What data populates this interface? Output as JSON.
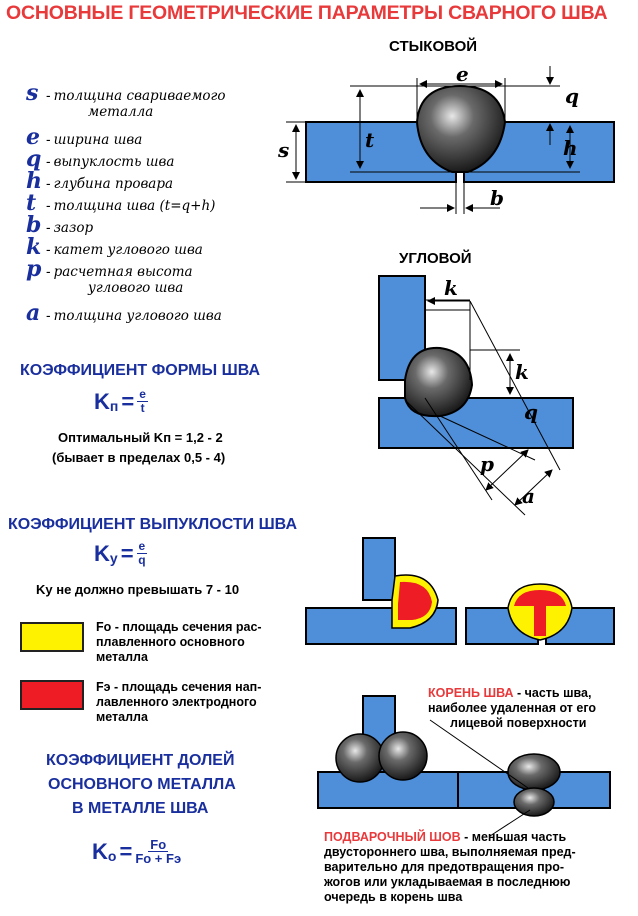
{
  "title": "ОСНОВНЫЕ ГЕОМЕТРИЧЕСКИЕ ПАРАМЕТРЫ СВАРНОГО ШВА",
  "diagrams": {
    "butt": {
      "label": "СТЫКОВОЙ",
      "dims": {
        "e": "e",
        "q": "q",
        "s": "s",
        "t": "t",
        "h": "h",
        "b": "b"
      }
    },
    "fillet": {
      "label": "УГЛОВОЙ",
      "dims": {
        "k1": "k",
        "k2": "k",
        "q": "q",
        "p": "p",
        "a": "a"
      }
    }
  },
  "legend": [
    {
      "sym": "s",
      "text": "толщина свариваемого",
      "cont": "металла"
    },
    {
      "sym": "e",
      "text": "ширина шва"
    },
    {
      "sym": "q",
      "text": "выпуклость шва"
    },
    {
      "sym": "h",
      "text": "глубина провара"
    },
    {
      "sym": "t",
      "text": "толщина шва (t=q+h)"
    },
    {
      "sym": "b",
      "text": "зазор"
    },
    {
      "sym": "k",
      "text": "катет углового шва"
    },
    {
      "sym": "p",
      "text": "расчетная высота",
      "cont": "углового шва"
    },
    {
      "sym": "a",
      "text": "толщина углового шва"
    }
  ],
  "form_coef": {
    "heading": "КОЭФФИЦИЕНТ ФОРМЫ ШВА",
    "K": "K",
    "sub": "п",
    "eq": "=",
    "num": "e",
    "den": "t",
    "note1": "Оптимальный  Kп = 1,2 - 2",
    "note2": "(бывает в пределах 0,5 - 4)"
  },
  "convex_coef": {
    "heading": "КОЭФФИЦИЕНТ ВЫПУКЛОСТИ ШВА",
    "K": "K",
    "sub": "у",
    "eq": "=",
    "num": "e",
    "den": "q",
    "note": "Kу не должно превышать 7 - 10"
  },
  "areas": [
    {
      "color": "#fff200",
      "text": "Fо - площадь сечения рас-",
      "text2": "плавленного основного",
      "text3": "металла"
    },
    {
      "color": "#ee1c24",
      "text": "Fэ - площадь сечения нап-",
      "text2": "лавленного электродного",
      "text3": "металла"
    }
  ],
  "share_coef": {
    "heading1": "КОЭФФИЦИЕНТ ДОЛЕЙ",
    "heading2": "ОСНОВНОГО МЕТАЛЛА",
    "heading3": "В МЕТАЛЛЕ ШВА",
    "K": "K",
    "sub": "о",
    "eq": "=",
    "num": "Fо",
    "den": "Fо + Fэ"
  },
  "root": {
    "term": "КОРЕНЬ ШВА",
    "line1": " - часть шва,",
    "line2": "наиболее удаленная от его",
    "line3": "лицевой поверхности"
  },
  "backing": {
    "term": "ПОДВАРОЧНЫЙ ШОВ",
    "line1": " - меньшая часть",
    "line2": "двустороннего шва, выполняемая пред-",
    "line3": "варительно для предотвращения про-",
    "line4": "жогов или укладываемая в последнюю",
    "line5": "очередь в корень шва"
  },
  "colors": {
    "plate": "#4f8fd9",
    "weld": "#2a2a2a",
    "heading": "#1a2f9e",
    "title": "#e8393b",
    "yellow": "#fff200",
    "red": "#ee1c24"
  }
}
